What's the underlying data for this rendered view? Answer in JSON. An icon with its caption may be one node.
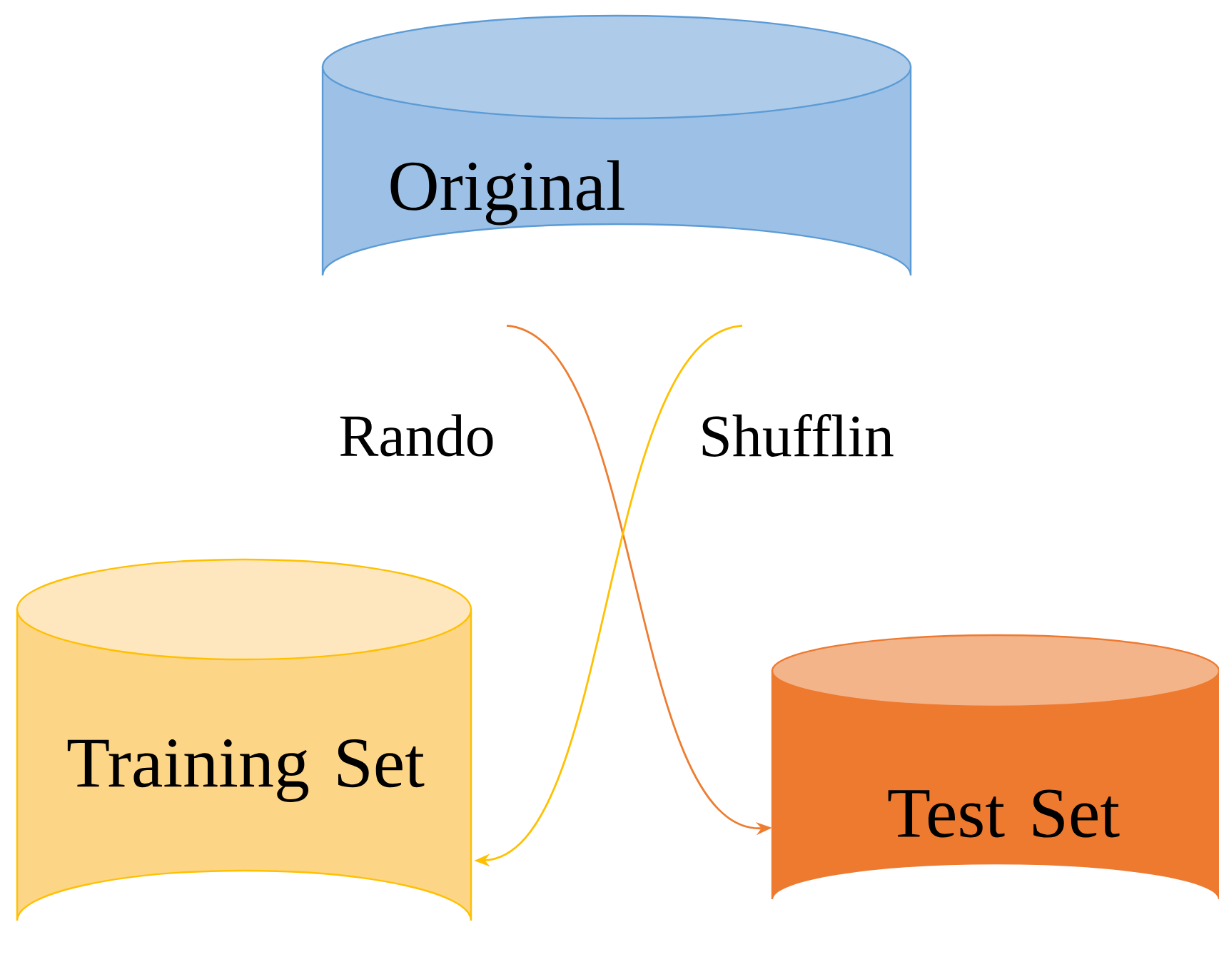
{
  "diagram": {
    "nodes": [
      {
        "text": [
          "Original"
        ]
      },
      {
        "text": [
          "Training Set"
        ]
      },
      {
        "text": [
          "Test Set"
        ]
      }
    ],
    "edges": [
      {
        "from": 0,
        "to": 2,
        "arrow": "to",
        "color": "#ed7d31"
      },
      {
        "from": 0,
        "to": 1,
        "arrow": "to",
        "color": "#ffc000"
      }
    ],
    "labels": [
      "Rando",
      "Shufflin"
    ]
  }
}
